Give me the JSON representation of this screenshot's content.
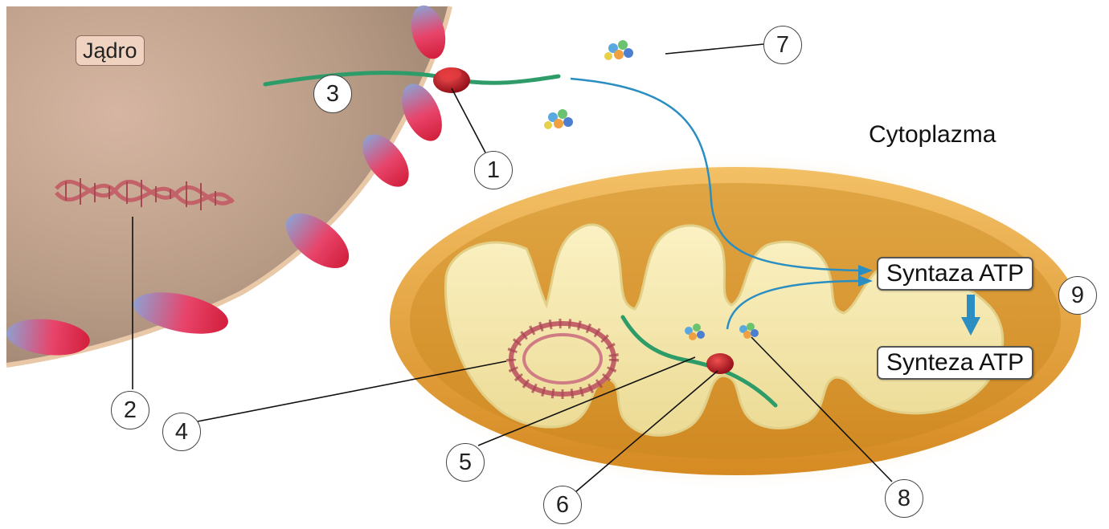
{
  "labels": {
    "nucleus": "Jądro",
    "cytoplasm": "Cytoplazma",
    "atp_synthase": "Syntaza ATP",
    "atp_synthesis": "Synteza ATP"
  },
  "markers": [
    "1",
    "2",
    "3",
    "4",
    "5",
    "6",
    "7",
    "8",
    "9"
  ],
  "colors": {
    "nucleus_interior": "#c9ab95",
    "nuclear_pore": "#e0364f",
    "mitochondrion_outer": "#e8a73c",
    "mitochondrion_matrix": "#f6e8ad",
    "mrna_strand": "#2e9c68",
    "ribosome": "#c01020",
    "import_arrow": "#2a8ec2",
    "dna_helix": "#c4626a"
  },
  "icons": [
    "dna-helix",
    "circular-dna",
    "protein-cluster",
    "ribosome",
    "down-arrow"
  ]
}
